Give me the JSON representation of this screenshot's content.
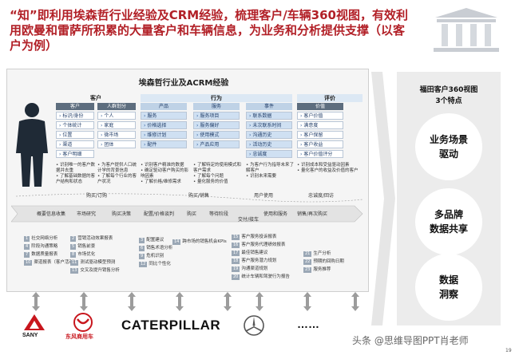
{
  "title": "“知”即利用埃森哲行业经验及CRM经验，梳理客户/车辆360视图，有效利用欧曼和雷萨所积累的大量客户和车辆信息，为业务和分析提供支撑（以客户为例）",
  "panel": {
    "title": "埃森哲行业及ACRM经验",
    "groups": {
      "customer": "客户",
      "behavior": "行为",
      "evaluation": "评价"
    },
    "subheaders": {
      "customer": "客户",
      "group": "人群划分",
      "product": "产品",
      "service": "服务",
      "event": "事件",
      "value": "价值"
    },
    "customer_items": [
      "标识/身份",
      "个体统计",
      "位置",
      "渠道",
      "客户明细"
    ],
    "group_items": [
      "个人",
      "家庭",
      "微市场",
      "团体"
    ],
    "product_items": [
      "服务",
      "价格选择",
      "维修计划",
      "配件"
    ],
    "service_items": [
      "服务项目",
      "服务偏好",
      "使用模式",
      "产品应用"
    ],
    "event_items": [
      "联系数据",
      "未次联系时间",
      "沟通历史",
      "活动历史",
      "忠诚度"
    ],
    "value_items": [
      "客户价值",
      "满意度",
      "客户保留",
      "客户收益",
      "客户价值评分"
    ],
    "notes": [
      "• 识别唯一的客户数据并去重\n• 了解基础数据的客户结构和状态",
      "• 为客户提供人口统计学的背景信息\n• 了解每个行业的客户状况",
      "• 识别客户精准的数据\n• 确定驱动客户购买的影响因素\n• 了解价格/维修需求",
      "• 了解特定的使用模式和客户需求\n• 了解每个问题\n• 量化服务的价值",
      "• 为客户行为指导未来了解客户\n• 识别未来需要",
      "• 识别成本和受益驱动因素\n• 量化客户的收益及价值的客户"
    ]
  },
  "flow": {
    "phases": [
      "购买/订购",
      "购买/销售",
      "用户使用",
      "忠诚度/回访"
    ],
    "steps": [
      "概要信息收集",
      "市场研究",
      "购买决策",
      "配置/价格谈判",
      "购买",
      "等待阶段",
      "交付/接车",
      "使用和服务",
      "销售/再次购买"
    ],
    "touchpoints": [
      {
        "n": "1",
        "t": "社交网络分析"
      },
      {
        "n": "4",
        "t": "阶段沟通策略"
      },
      {
        "n": "7",
        "t": "数据质量报表"
      },
      {
        "n": "10",
        "t": "渠道报表（客户活动）"
      },
      {
        "n": "2",
        "t": "营销活动效果报表"
      },
      {
        "n": "5",
        "t": "销售前景"
      },
      {
        "n": "8",
        "t": "市场优化"
      },
      {
        "n": "11",
        "t": "测试驱动模型预测"
      },
      {
        "n": "13",
        "t": "交叉及提升销售分析"
      },
      {
        "n": "3",
        "t": "配置建议"
      },
      {
        "n": "6",
        "t": "销售术语分析"
      },
      {
        "n": "9",
        "t": "危机识别"
      },
      {
        "n": "12",
        "t": "同比个性化"
      },
      {
        "n": "14",
        "t": "跨市场的销售机会KPIs"
      },
      {
        "n": "15",
        "t": "客户服务投诉报表"
      },
      {
        "n": "16",
        "t": "客户服务代理绩效报表"
      },
      {
        "n": "17",
        "t": "最佳销售建议"
      },
      {
        "n": "18",
        "t": "客户服务潜力规划"
      },
      {
        "n": "19",
        "t": "沟通渠道规划"
      },
      {
        "n": "20",
        "t": "统计车辆和驾驶行为报告"
      },
      {
        "n": "21",
        "t": "生产分析"
      },
      {
        "n": "22",
        "t": "预期的回购日期"
      },
      {
        "n": "23",
        "t": "服务推荐"
      }
    ]
  },
  "logos": {
    "sany": "SANY",
    "dongfeng": "东风商用车",
    "caterpillar": "CATERPILLAR",
    "more": "……"
  },
  "right": {
    "title": "福田客户360视图\n3个特点",
    "feature1": "业务场景\n驱动",
    "feature2": "多品牌\n数据共享",
    "feature3": "数据\n洞察"
  },
  "watermark": "头条 @思维导图PPT肖老师",
  "page_number": "19",
  "colors": {
    "title": "#b22027",
    "subheader": "#5d6d7e",
    "cell_text": "#24406b",
    "highlight": "#cfe0f2"
  }
}
